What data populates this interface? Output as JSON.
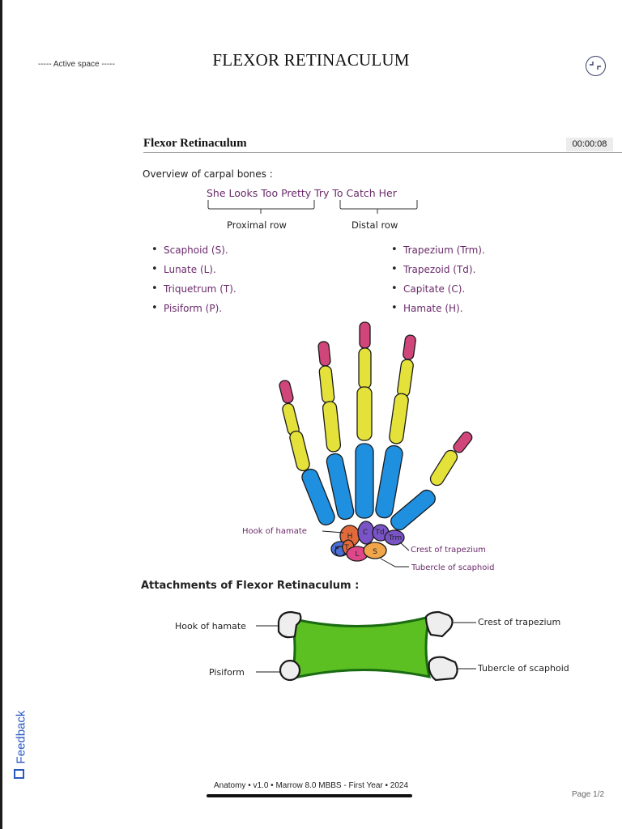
{
  "header": {
    "active_space": "----- Active space -----",
    "title": "FLEXOR RETINACULUM"
  },
  "section": {
    "title": "Flexor Retinaculum",
    "timer": "00:00:08"
  },
  "overview": {
    "heading": "Overview of carpal bones :",
    "mnemonic": "She Looks Too Pretty Try To Catch Her",
    "proximal_label": "Proximal row",
    "distal_label": "Distal row",
    "proximal_bones": [
      "Scaphoid (S).",
      "Lunate (L).",
      "Triquetrum (T).",
      "Pisiform (P)."
    ],
    "distal_bones": [
      "Trapezium (Trm).",
      "Trapezoid (Td).",
      "Capitate (C).",
      "Hamate (H)."
    ]
  },
  "hand_diagram": {
    "labels": {
      "hook_of_hamate": "Hook of hamate",
      "crest_of_trapezium": "Crest of trapezium",
      "tubercle_of_scaphoid": "Tubercle of scaphoid"
    },
    "bone_letters": {
      "h": "H",
      "c": "C",
      "td": "Td",
      "trm": "Trm",
      "p": "P",
      "t": "T",
      "l": "L",
      "s": "S"
    },
    "colors": {
      "distal_phalanx": "#d0457a",
      "middle_proximal_phalanx": "#e4e23a",
      "metacarpal": "#1f8fe0",
      "carpal_hamate": "#e26a3a",
      "carpal_capitate": "#7a54c6",
      "carpal_pisiform": "#4b6fd8",
      "carpal_lunate": "#e0478a",
      "carpal_scaphoid": "#f2a64a"
    }
  },
  "attachments": {
    "heading": "Attachments of Flexor Retinaculum :",
    "labels": {
      "hook_of_hamate": "Hook of hamate",
      "pisiform": "Pisiform",
      "crest_of_trapezium": "Crest of trapezium",
      "tubercle_of_scaphoid": "Tubercle of scaphoid"
    },
    "band_color": "#5cbf22"
  },
  "footer": {
    "text": "Anatomy • v1.0 • Marrow 8.0 MBBS - First Year • 2024",
    "page": "Page 1/2"
  },
  "feedback": {
    "label": "Feedback"
  }
}
